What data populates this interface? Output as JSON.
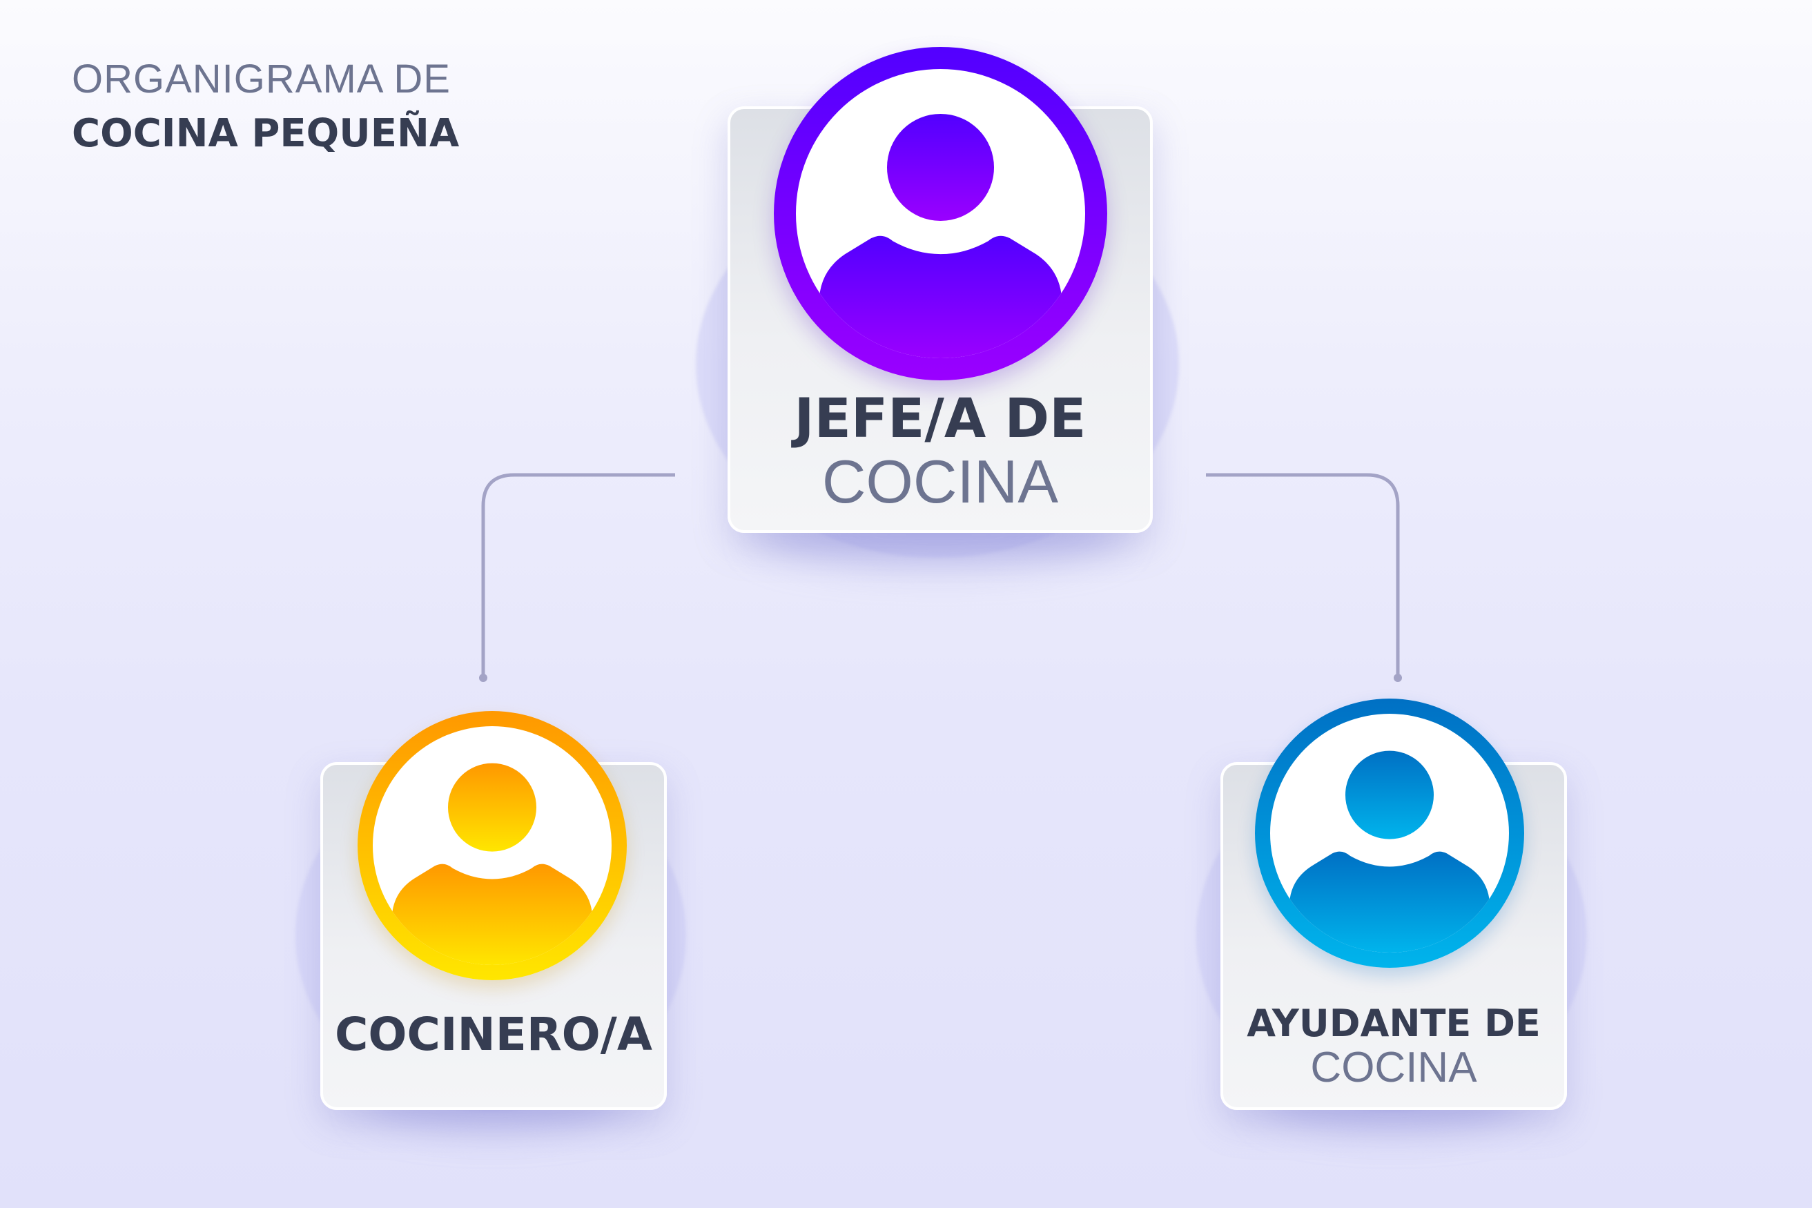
{
  "header": {
    "line1": "ORGANIGRAMA DE",
    "line2": "COCINA PEQUEÑA"
  },
  "colors": {
    "jefe": [
      "#5200ff",
      "#9a00ff"
    ],
    "cocinero": [
      "#ff9800",
      "#ffe600"
    ],
    "ayudante": [
      "#0070c4",
      "#00b4ec"
    ],
    "connector": "#a3a3c6"
  },
  "nodes": {
    "jefe": {
      "line1": "JEFE/A DE",
      "line2": "COCINA",
      "icon": "person-icon"
    },
    "cocinero": {
      "line1": "COCINERO/A",
      "icon": "person-icon"
    },
    "ayudante": {
      "line1": "AYUDANTE DE",
      "line2": "COCINA",
      "icon": "person-icon"
    }
  }
}
